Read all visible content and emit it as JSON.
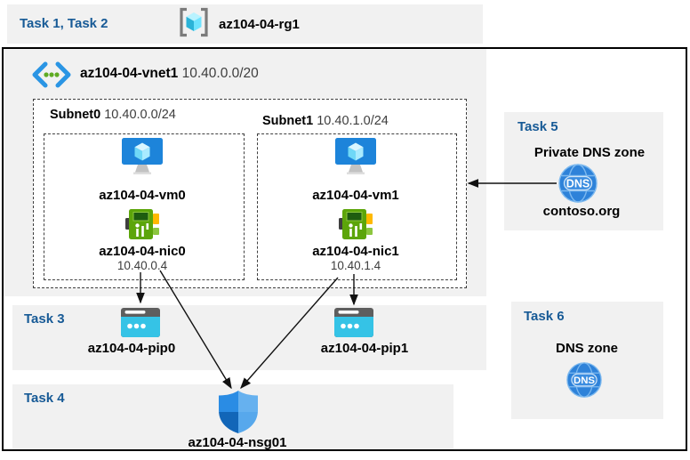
{
  "header": {
    "task_label": "Task 1, Task 2",
    "resource_group": "az104-04-rg1"
  },
  "vnet": {
    "name": "az104-04-vnet1",
    "cidr": "10.40.0.0/20",
    "subnets": [
      {
        "name": "Subnet0",
        "cidr": "10.40.0.0/24",
        "vm": "az104-04-vm0",
        "nic": "az104-04-nic0",
        "ip": "10.40.0.4"
      },
      {
        "name": "Subnet1",
        "cidr": "10.40.1.0/24",
        "vm": "az104-04-vm1",
        "nic": "az104-04-nic1",
        "ip": "10.40.1.4"
      }
    ]
  },
  "task3": {
    "label": "Task 3",
    "pips": [
      "az104-04-pip0",
      "az104-04-pip1"
    ]
  },
  "task4": {
    "label": "Task 4",
    "nsg": "az104-04-nsg01"
  },
  "task5": {
    "label": "Task 5",
    "title": "Private DNS zone",
    "zone": "contoso.org",
    "dns_icon_text": "DNS"
  },
  "task6": {
    "label": "Task 6",
    "title": "DNS zone",
    "dns_icon_text": "DNS"
  },
  "colors": {
    "task_label_blue": "#175a96",
    "band_gray": "#f1f1f1",
    "pip_cyan": "#35c3e6",
    "nic_green": "#5ca50a",
    "dns_blue": "#2e82d9",
    "vm_blue": "#1d84da",
    "nsg_blue": "#1e87dd",
    "muted_text": "#3d3d3d"
  }
}
